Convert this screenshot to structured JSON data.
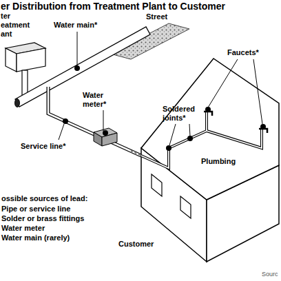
{
  "diagram": {
    "title": "er Distribution from Treatment Plant to Customer",
    "labels": [
      "ter eatment ant",
      "Water main*",
      "Street",
      "Faucets*",
      "Water meter*",
      "Soldered joints*",
      "Service line*",
      "Plumbing",
      "ossible sources of lead:",
      "Pipe or service line",
      "Solder or brass fittings",
      "Water meter",
      "Water main (rarely)",
      "Customer",
      "Sourc"
    ]
  }
}
